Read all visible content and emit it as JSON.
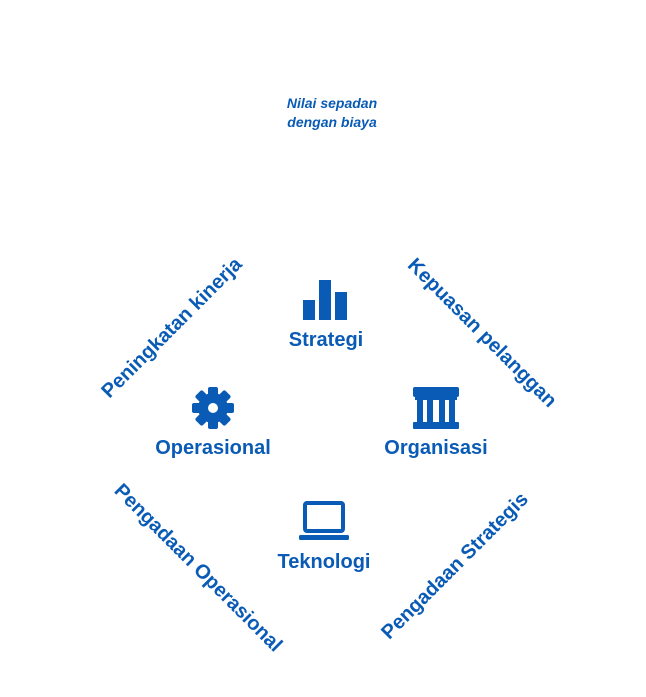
{
  "top_caption": {
    "line1": "Nilai sepadan",
    "line2": "dengan biaya"
  },
  "nodes": {
    "strategi": {
      "label": "Strategi",
      "icon": "bar-chart-icon"
    },
    "operasional": {
      "label": "Operasional",
      "icon": "gear-icon"
    },
    "organisasi": {
      "label": "Organisasi",
      "icon": "institution-building-icon"
    },
    "teknologi": {
      "label": "Teknologi",
      "icon": "laptop-icon"
    }
  },
  "edges": {
    "top_left": "Peningkatan kinerja",
    "top_right": "Kepuasan pelanggan",
    "bottom_left": "Pengadaan Operasional",
    "bottom_right": "Pengadaan Strategis"
  },
  "colors": {
    "accent": "#0a5bb5"
  }
}
